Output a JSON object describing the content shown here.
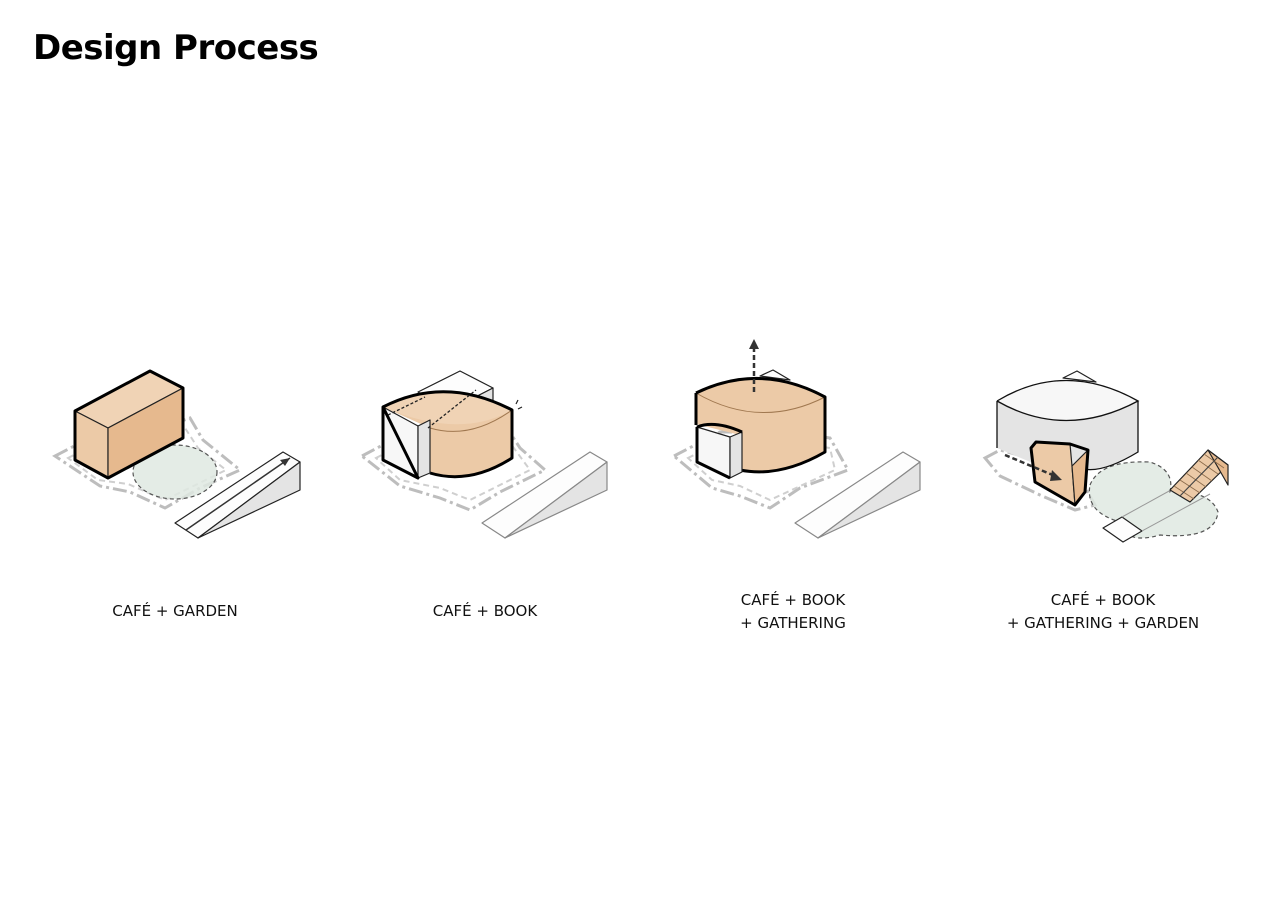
{
  "title": "Design Process",
  "colors": {
    "accent_orange": "#eccaa7",
    "garden_green": "#dfe9e2",
    "site_grey": "#bdbdbd"
  },
  "stages": [
    {
      "line1": "CAFÉ + GARDEN",
      "line2": ""
    },
    {
      "line1": "CAFÉ + BOOK",
      "line2": ""
    },
    {
      "line1": "CAFÉ + BOOK",
      "line2": "+ GATHERING"
    },
    {
      "line1": "CAFÉ + BOOK",
      "line2": "+ GATHERING + GARDEN"
    }
  ]
}
